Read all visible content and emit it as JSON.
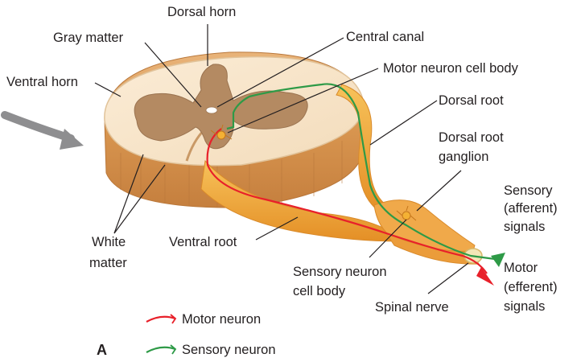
{
  "labels": {
    "dorsal_horn": "Dorsal horn",
    "gray_matter": "Gray matter",
    "central_canal": "Central canal",
    "motor_neuron_cell_body": "Motor neuron cell body",
    "ventral_horn": "Ventral horn",
    "dorsal_root": "Dorsal root",
    "dorsal_root_ganglion_1": "Dorsal root",
    "dorsal_root_ganglion_2": "ganglion",
    "sensory_1": "Sensory",
    "sensory_2": "(afferent)",
    "sensory_3": "signals",
    "white_matter_1": "White",
    "white_matter_2": "matter",
    "ventral_root": "Ventral root",
    "sensory_neuron_cell_body_1": "Sensory neuron",
    "sensory_neuron_cell_body_2": "cell body",
    "motor_1": "Motor",
    "motor_2": "(efferent)",
    "motor_3": "signals",
    "spinal_nerve": "Spinal nerve"
  },
  "legend": {
    "panel_letter": "A",
    "motor_neuron": "Motor neuron",
    "sensory_neuron": "Sensory neuron"
  },
  "colors": {
    "motor_neuron": "#e8202a",
    "sensory_neuron": "#2e9a47",
    "white_matter": "#f6e3c6",
    "gray_matter": "#b48a62",
    "root_orange": "#f2a83c",
    "arrow_gray": "#8e8e90"
  }
}
